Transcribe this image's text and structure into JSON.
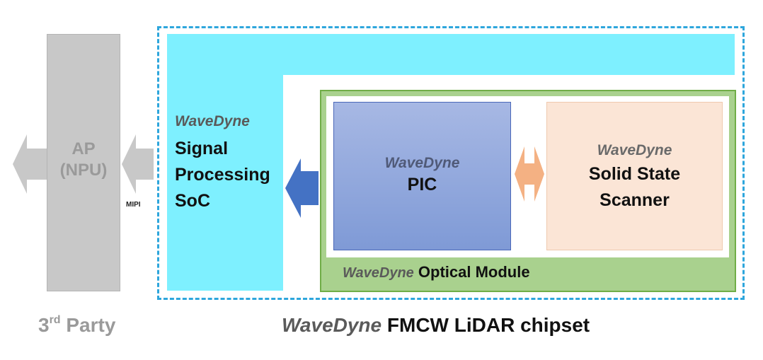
{
  "third_party": {
    "ap_line1": "AP",
    "ap_line2": "(NPU)",
    "caption_prefix": "3",
    "caption_sup": "rd",
    "caption_suffix": " Party"
  },
  "interface": {
    "mipi_label": "MIPI"
  },
  "soc": {
    "brand": "WaveDyne",
    "line1": "Signal",
    "line2": "Processing",
    "line3": "SoC"
  },
  "pic": {
    "brand": "WaveDyne",
    "label": "PIC"
  },
  "scanner": {
    "brand": "WaveDyne",
    "line1": "Solid State",
    "line2": "Scanner"
  },
  "optical_module": {
    "brand": "WaveDyne",
    "label": " Optical Module"
  },
  "chipset": {
    "brand": "WaveDyne",
    "label": " FMCW LiDAR chipset"
  },
  "colors": {
    "chipset_border": "#2ea6dc",
    "soc_fill": "#7ef0ff",
    "optical_fill": "#a9d18e",
    "pic_fill": "#8fa6dc",
    "scanner_fill": "#fbe5d6",
    "arrow_gray": "#c8c8c8",
    "arrow_blue": "#4472c4",
    "arrow_orange": "#f4b183"
  },
  "icons": [
    "left-arrow-gray",
    "left-arrow-blue",
    "double-arrow-orange"
  ]
}
